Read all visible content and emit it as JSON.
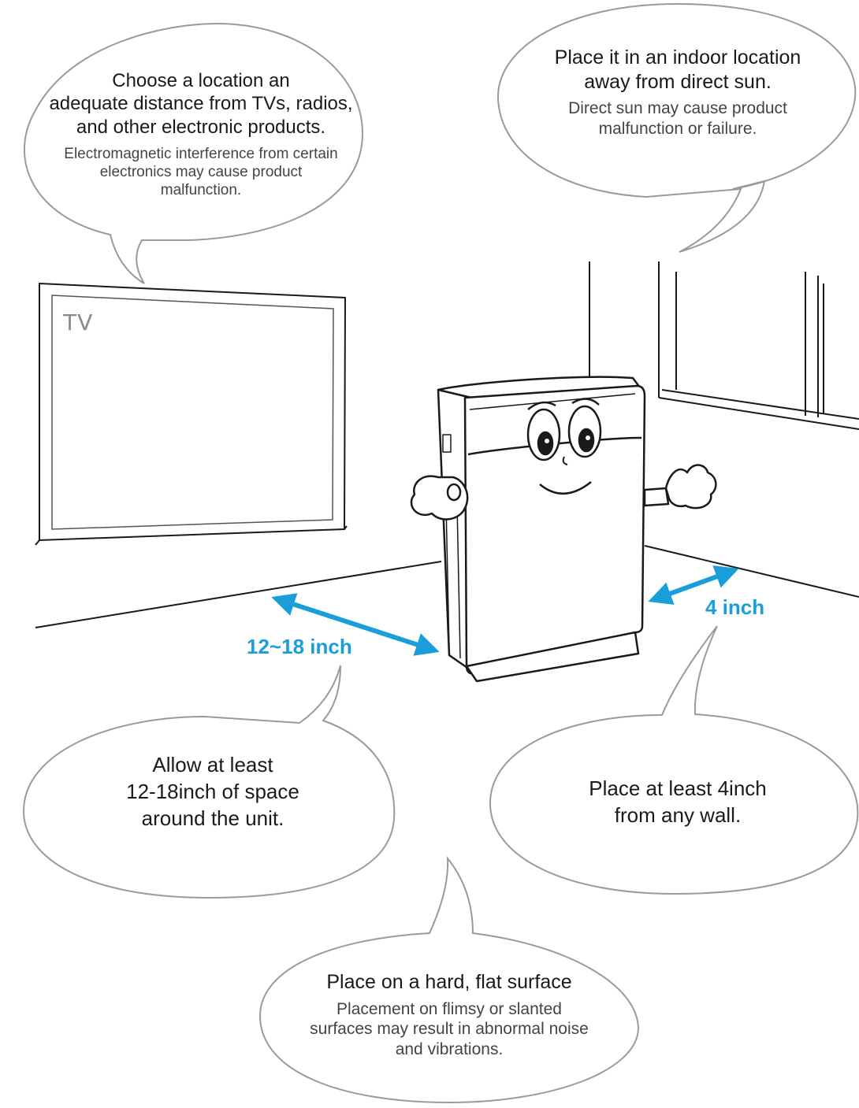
{
  "bubbles": {
    "electronics": {
      "title_lines": [
        "Choose a location an",
        "adequate distance from TVs, radios,",
        "and other electronic products."
      ],
      "note_lines": [
        "Electromagnetic interference from certain",
        "electronics may cause product",
        "malfunction."
      ]
    },
    "sun": {
      "title_lines": [
        "Place it in an indoor location",
        "away from direct sun."
      ],
      "note_lines": [
        "Direct sun may cause product",
        "malfunction or failure."
      ]
    },
    "space": {
      "title_lines": [
        "Allow at least",
        "12-18inch of space",
        "around the unit."
      ]
    },
    "wall": {
      "title_lines": [
        "Place at least 4inch",
        "from any wall."
      ]
    },
    "surface": {
      "title_lines": [
        "Place on a hard, flat surface"
      ],
      "note_lines": [
        "Placement on flimsy or slanted",
        "surfaces may result in abnormal noise",
        "and vibrations."
      ]
    }
  },
  "dimensions": {
    "tv_distance": "12~18 inch",
    "wall_distance": "4 inch"
  },
  "tv_label": "TV",
  "colors": {
    "accent": "#1a9ed9",
    "line": "#1a1a1a",
    "bubble_outline": "#9a9a9a"
  }
}
